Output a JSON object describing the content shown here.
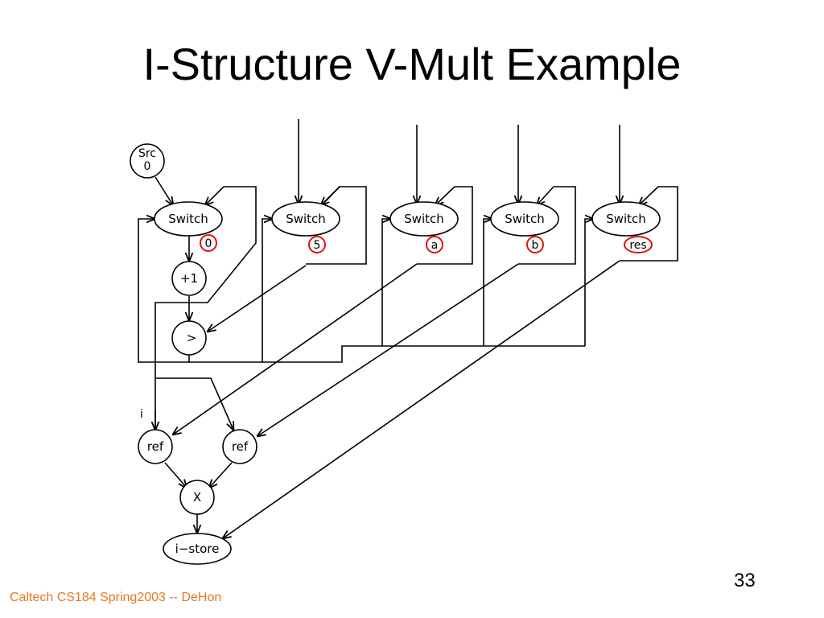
{
  "title": "I-Structure V-Mult Example",
  "footer": "Caltech CS184 Spring2003 -- DeHon",
  "page_number": "33",
  "diagram": {
    "src_node": {
      "line1": "Src",
      "line2": "0"
    },
    "switches": [
      {
        "label": "Switch",
        "init": "0"
      },
      {
        "label": "Switch",
        "init": "5"
      },
      {
        "label": "Switch",
        "init": "a"
      },
      {
        "label": "Switch",
        "init": "b"
      },
      {
        "label": "Switch",
        "init": "res"
      }
    ],
    "increment_node": "+1",
    "compare_node": ">",
    "index_label": "i",
    "ref_nodes": [
      "ref",
      "ref"
    ],
    "multiply_node": "X",
    "store_node": "i−store",
    "highlight_color": "#e01010"
  }
}
